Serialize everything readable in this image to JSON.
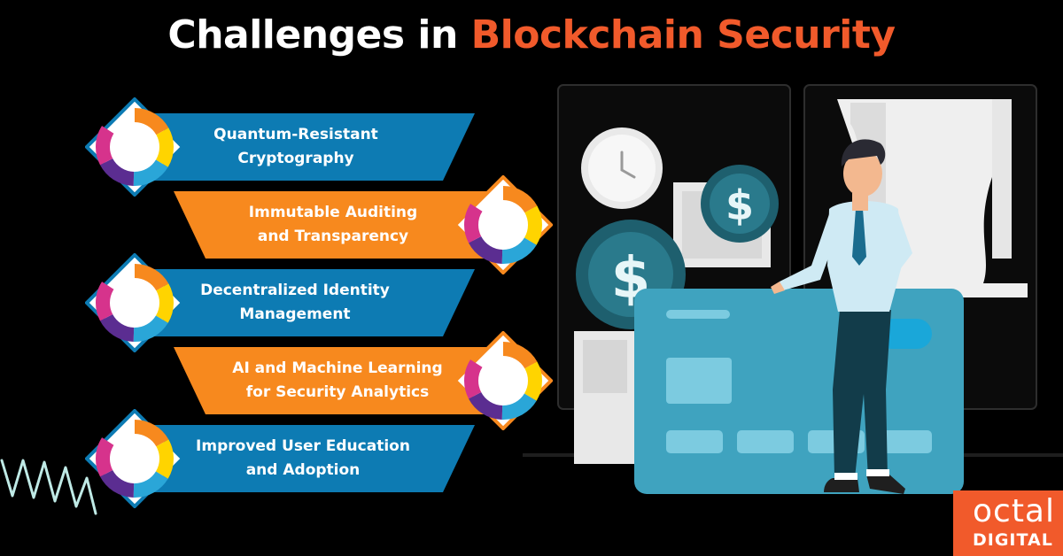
{
  "title": {
    "part1": "Challenges in ",
    "part2": "Blockchain Security"
  },
  "items": [
    {
      "line1": "Quantum-Resistant",
      "line2": "Cryptography"
    },
    {
      "line1": "Immutable Auditing",
      "line2": "and Transparency"
    },
    {
      "line1": "Decentralized Identity",
      "line2": "Management"
    },
    {
      "line1": "AI and Machine Learning",
      "line2": "for Security Analytics"
    },
    {
      "line1": "Improved User Education",
      "line2": "and Adoption"
    }
  ],
  "icons": {
    "item_badge": "colorful-ring-icon",
    "clock": "clock-icon",
    "coin": "dollar-coin-icon",
    "card": "credit-card-illustration",
    "person": "businessman-illustration"
  },
  "colors": {
    "background": "#000000",
    "accent_orange": "#f7891e",
    "title_orange": "#f15a2b",
    "accent_blue": "#0d7bb3",
    "card_teal": "#3fa3bf"
  },
  "logo": {
    "line1": "octal",
    "line2": "DIGITAL"
  }
}
